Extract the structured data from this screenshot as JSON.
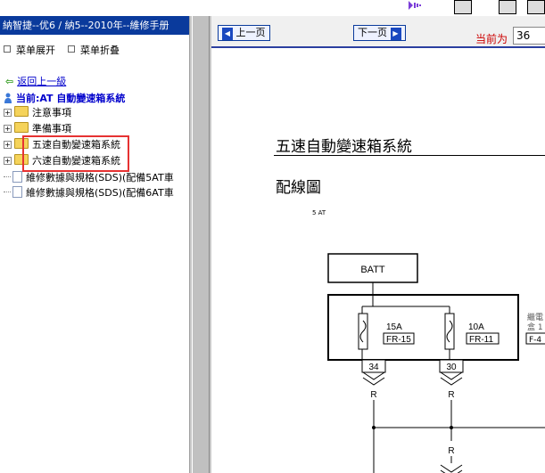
{
  "sidebar": {
    "title": "納智捷--优6 / 納5--2010年--維修手册",
    "expand_label": "菜单展开",
    "collapse_label": "菜单折叠",
    "back_label": "返回上一級",
    "current_label": "当前:AT 自動變速箱系統",
    "tree": [
      {
        "label": "注意事項",
        "kind": "folder"
      },
      {
        "label": "準備事項",
        "kind": "folder"
      },
      {
        "label": "五速自動變速箱系統",
        "kind": "folder"
      },
      {
        "label": "六速自動變速箱系統",
        "kind": "folder"
      },
      {
        "label": "維修數據與規格(SDS)(配備5AT車",
        "kind": "doc"
      },
      {
        "label": "維修數據與規格(SDS)(配備6AT車",
        "kind": "doc"
      }
    ]
  },
  "toolbar": {
    "prev_label": "上一页",
    "next_label": "下一页",
    "page_label": "当前为",
    "page_value": "36"
  },
  "document": {
    "heading": "五速自動變速箱系統",
    "subheading": "配線圖",
    "variant": "5 AT",
    "diagram": {
      "battery": "BATT",
      "fuse_left_rating": "15A",
      "fuse_left_id": "FR-15",
      "fuse_right_rating": "10A",
      "fuse_right_id": "FR-11",
      "box_label_line1": "繼電",
      "box_label_line2": "盒 1",
      "box_label_line3": "F-4",
      "pin_left": "34",
      "pin_right": "30",
      "wire_color_left": "R",
      "wire_color_right": "R",
      "wire_color_lower": "R"
    }
  },
  "colors": {
    "title_bar": "#0a3a9c",
    "highlight": "#e63232",
    "link": "#0000cc",
    "page_label": "#cc0000"
  }
}
